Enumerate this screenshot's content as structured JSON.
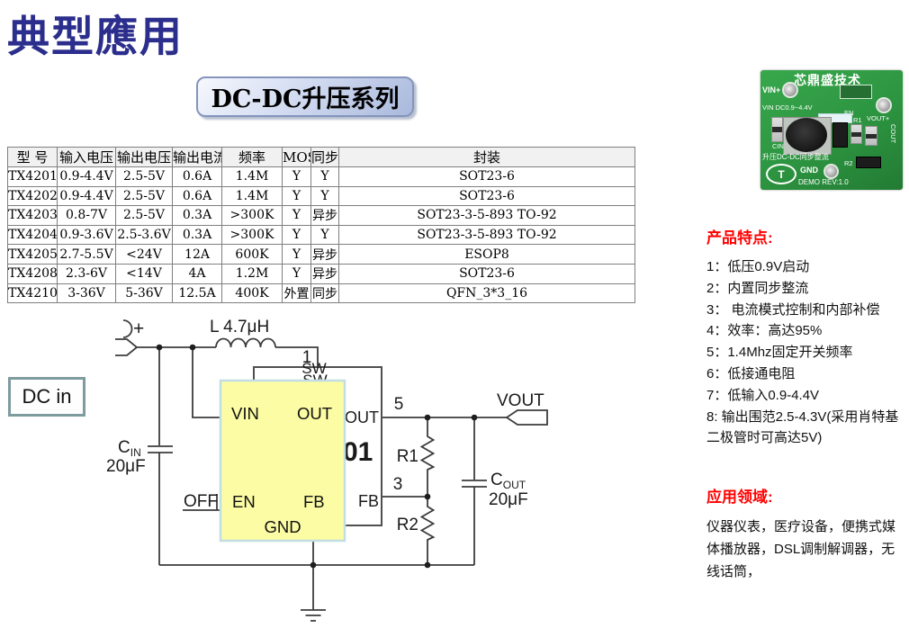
{
  "page": {
    "title": "典型應用",
    "subtitle": "DC-DC升压系列"
  },
  "table": {
    "headers": [
      "型  号",
      "输入电压",
      "输出电压",
      "输出电流",
      "频率",
      "MOS",
      "同步",
      "封装"
    ],
    "rows": [
      [
        "TX4201",
        "0.9-4.4V",
        "2.5-5V",
        "0.6A",
        "1.4M",
        "Y",
        "Y",
        "SOT23-6"
      ],
      [
        "TX4202",
        "0.9-4.4V",
        "2.5-5V",
        "0.6A",
        "1.4M",
        "Y",
        "Y",
        "SOT23-6"
      ],
      [
        "TX4203",
        "0.8-7V",
        "2.5-5V",
        "0.3A",
        ">300K",
        "Y",
        "异步",
        "SOT23-3-5-893 TO-92"
      ],
      [
        "TX4204",
        "0.9-3.6V",
        "2.5-3.6V",
        "0.3A",
        ">300K",
        "Y",
        "Y",
        "SOT23-3-5-893 TO-92"
      ],
      [
        "TX4205",
        "2.7-5.5V",
        "<24V",
        "12A",
        "600K",
        "Y",
        "异步",
        "ESOP8"
      ],
      [
        "TX4208",
        "2.3-6V",
        "<14V",
        "4A",
        "1.2M",
        "Y",
        "异步",
        "SOT23-6"
      ],
      [
        "TX4210",
        "3-36V",
        "5-36V",
        "12.5A",
        "400K",
        "外置",
        "同步",
        "QFN_3*3_16"
      ]
    ]
  },
  "features": {
    "heading": "产品特点:",
    "items": [
      "1：低压0.9V启动",
      "2：内置同步整流",
      "3： 电流模式控制和内部补偿",
      "4：效率：高达95%",
      "5：1.4Mhz固定开关频率",
      "6：低接通电阻",
      "7：低输入0.9-4.4V",
      "8:  输出围范2.5-4.3V(采用肖特基二极管时可高达5V)"
    ]
  },
  "applications": {
    "heading": "应用领域:",
    "text": "仪器仪表，医疗设备，便携式媒体播放器，DSL调制解调器，无线话筒，"
  },
  "circuit": {
    "dc_in_label": "DC in",
    "plus_label": "+",
    "inductor_label": "L 4.7μH",
    "cin_name": "C",
    "cin_sub": "IN",
    "cin_value": "20μF",
    "cout_name": "C",
    "cout_sub": "OUT",
    "cout_value": "20μF",
    "off_label": "OFF",
    "vout_label": "VOUT",
    "r1_label": "R1",
    "r2_label": "R2",
    "pin1": "1",
    "pin5": "5",
    "pin3": "3",
    "sw_outer": "SW",
    "sw_inner": "SW",
    "chip_out": "OUT",
    "chip_fb": "FB",
    "chip_part_fragment": "01",
    "ic": {
      "vin": "VIN",
      "out": "OUT",
      "en": "EN",
      "fb": "FB",
      "gnd": "GND"
    }
  },
  "pcb": {
    "brand": "芯鼎盛技术",
    "vin_plus": "VIN+",
    "vin_spec": "VIN DC0.9~4.4V",
    "en": "EN",
    "r1": "R1",
    "vout_plus": "VOUT+",
    "cin": "CIN",
    "cout": "COUT",
    "r2": "R2",
    "board_title": "升压DC-DC同步整流",
    "gnd": "GND",
    "demo_rev": "DEMO REV:1.0",
    "logo": "T"
  },
  "colors": {
    "title_blue": "#2B2E8C",
    "accent_red": "#FF0000",
    "ic_yellow": "#FCFCA5",
    "pcb_green": "#2C9440"
  }
}
